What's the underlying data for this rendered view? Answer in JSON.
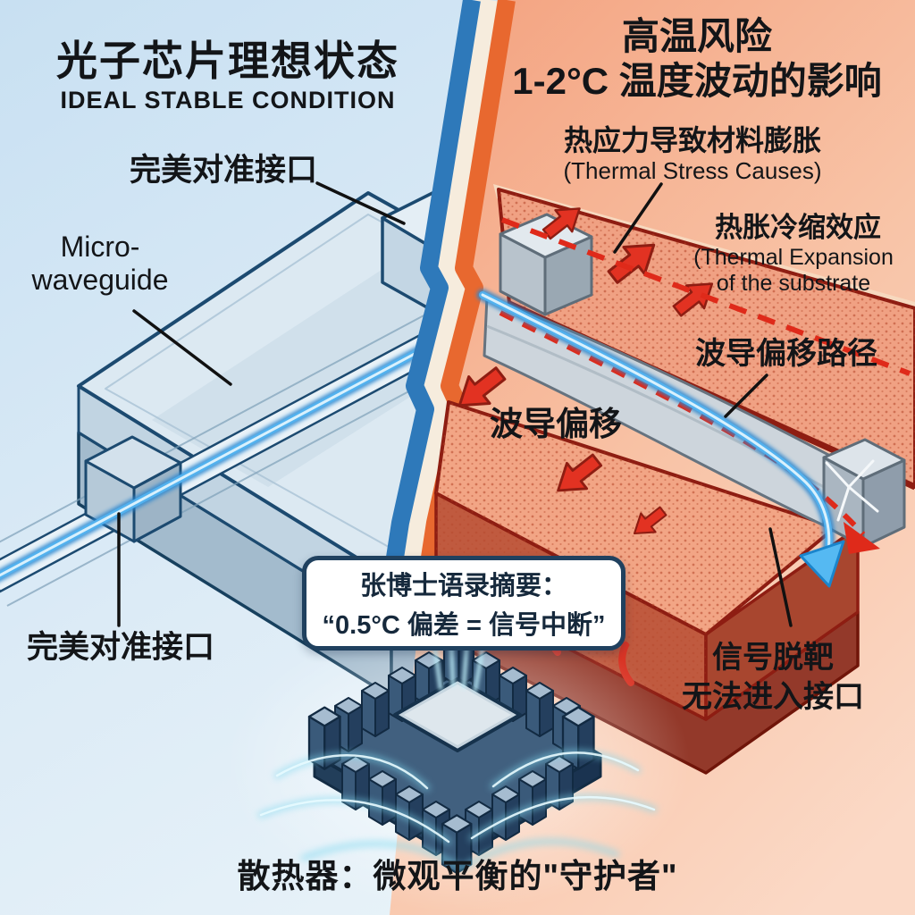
{
  "left_panel": {
    "title": "光子芯片理想状态",
    "subtitle": "IDEAL STABLE CONDITION",
    "labels": {
      "top_connector": "完美对准接口",
      "waveguide_line1": "Micro-",
      "waveguide_line2": "waveguide",
      "bottom_connector": "完美对准接口"
    }
  },
  "right_panel": {
    "title_line1": "高温风险",
    "title_line2": "1-2°C 温度波动的影响",
    "labels": {
      "thermal_stress_zh": "热应力导致材料膨胀",
      "thermal_stress_en": "(Thermal Stress Causes)",
      "expansion_zh": "热胀冷缩效应",
      "expansion_en_line1": "(Thermal Expansion",
      "expansion_en_line2": "of the substrate",
      "drift_path": "波导偏移路径",
      "drift": "波导偏移",
      "signal_miss_line1": "信号脱靶",
      "signal_miss_line2": "无法进入接口"
    }
  },
  "quote_box": {
    "line1": "张博士语录摘要：",
    "line2": "“0.5°C 偏差 = 信号中断”"
  },
  "caption": "散热器：微观平衡的\"守护者\"",
  "colors": {
    "panel_blue_bg": "#cfe4f3",
    "panel_orange_bg": "#f5ad8d",
    "divider_blue": "#2e79ba",
    "divider_orange": "#e8682f",
    "beam_blue": "#3fa9f5",
    "danger_red": "#e02a1c",
    "navy_outline": "#1c4a70",
    "dark_red_outline": "#8e1d12",
    "quote_border": "#20415f"
  }
}
